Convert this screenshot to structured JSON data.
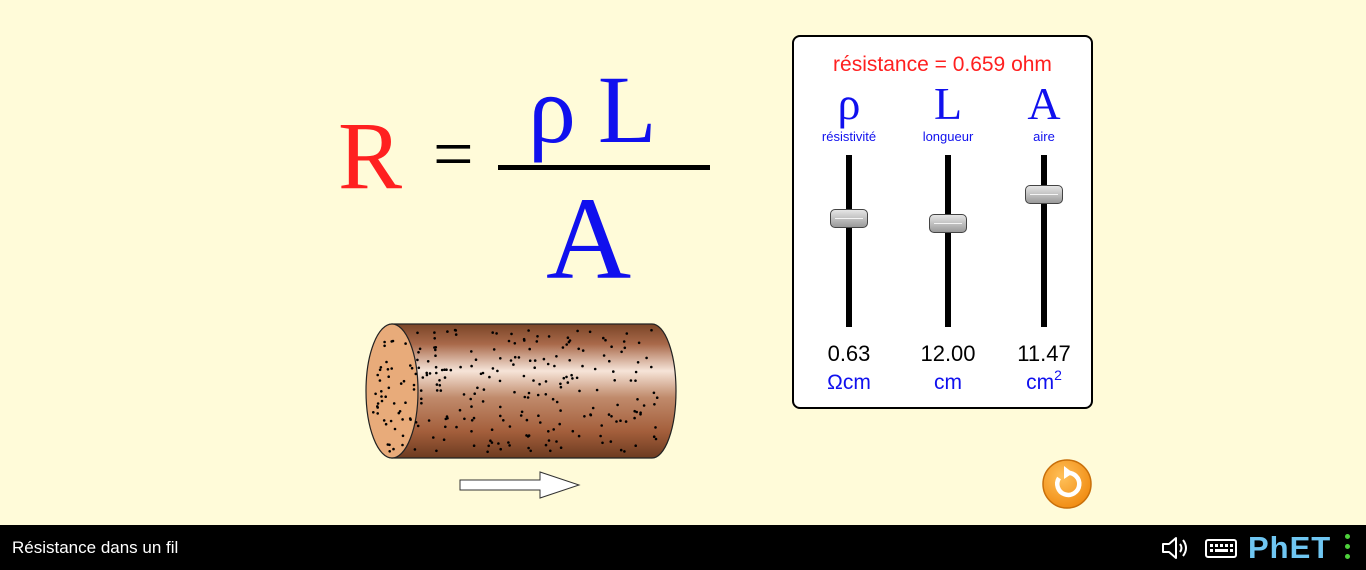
{
  "equation": {
    "lhs": "R",
    "equals": "=",
    "numerator_rho": "ρ",
    "numerator_L": "L",
    "denominator": "A"
  },
  "panel": {
    "resistance_text": "résistance = 0.659 ohm",
    "sliders": [
      {
        "symbol": "ρ",
        "label": "résistivité",
        "value": "0.63",
        "unit": "Ωcm",
        "unit_sup": "",
        "level": 0.63
      },
      {
        "symbol": "L",
        "label": "longueur",
        "value": "12.00",
        "unit": "cm",
        "unit_sup": "",
        "level": 0.6
      },
      {
        "symbol": "A",
        "label": "aire",
        "value": "11.47",
        "unit": "cm",
        "unit_sup": "2",
        "level": 0.78
      }
    ]
  },
  "reset": {
    "icon": "reset-icon",
    "color": "#f7941d"
  },
  "navbar": {
    "title": "Résistance dans un fil",
    "sound_icon": "sound-icon",
    "keyboard_icon": "keyboard-icon",
    "logo_text": "PhET",
    "menu_icon": "kebab-menu-icon"
  },
  "colors": {
    "background": "#fffbd9",
    "red": "#ff2020",
    "blue": "#1010ee"
  }
}
